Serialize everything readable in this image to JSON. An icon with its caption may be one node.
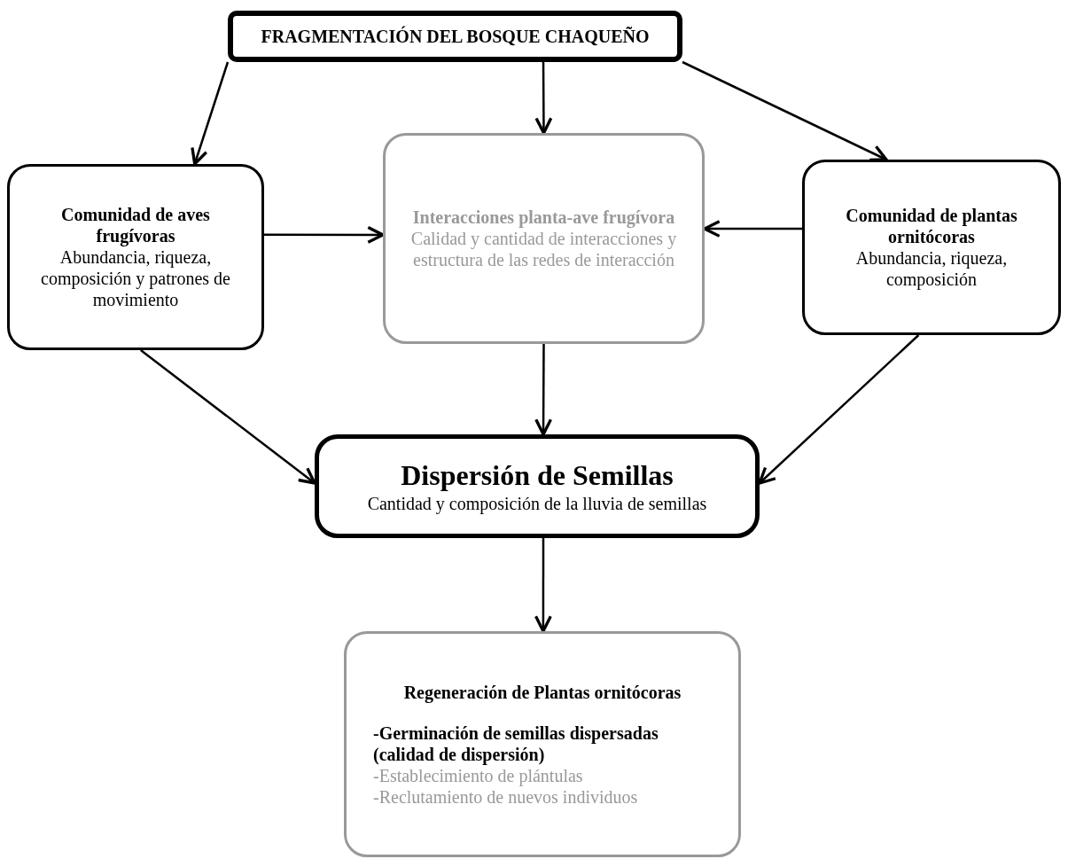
{
  "diagram": {
    "nodes": [
      {
        "text": [
          "FRAGMENTACIÓN DEL BOSQUE CHAQUEÑO"
        ]
      },
      {
        "text": [
          "Comunidad de aves frugívoras",
          "Abundancia, riqueza, composición y patrones de movimiento"
        ]
      },
      {
        "text": [
          "Interacciones planta-ave frugívora",
          "Calidad y cantidad de interacciones y estructura de las redes de interacción"
        ]
      },
      {
        "text": [
          "Comunidad de plantas ornitócoras",
          "Abundancia, riqueza, composición"
        ]
      },
      {
        "text": [
          "Dispersión de Semillas",
          "Cantidad y composición de la lluvia de semillas"
        ]
      },
      {
        "text": [
          "Regeneración de Plantas ornitócoras",
          "-Germinación de semillas dispersadas (calidad de dispersión)",
          "-Establecimiento de plántulas",
          "-Reclutamiento de nuevos individuos"
        ]
      }
    ],
    "edges": [
      {
        "from": 0,
        "to": 1,
        "arrow": "to"
      },
      {
        "from": 0,
        "to": 2,
        "arrow": "to"
      },
      {
        "from": 0,
        "to": 3,
        "arrow": "to"
      },
      {
        "from": 1,
        "to": 2,
        "arrow": "to"
      },
      {
        "from": 3,
        "to": 2,
        "arrow": "to"
      },
      {
        "from": 1,
        "to": 4,
        "arrow": "to"
      },
      {
        "from": 2,
        "to": 4,
        "arrow": "to"
      },
      {
        "from": 3,
        "to": 4,
        "arrow": "to"
      },
      {
        "from": 4,
        "to": 5,
        "arrow": "to"
      }
    ]
  }
}
